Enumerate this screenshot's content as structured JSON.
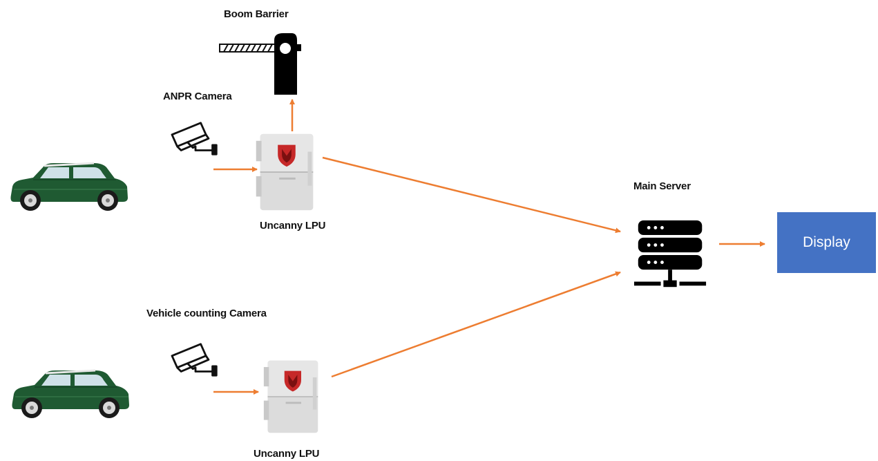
{
  "labels": {
    "boom_barrier": "Boom Barrier",
    "anpr_camera": "ANPR Camera",
    "lpu_top": "Uncanny LPU",
    "main_server": "Main Server",
    "display": "Display",
    "vehicle_counting_camera": "Vehicle counting Camera",
    "lpu_bottom": "Uncanny LPU"
  },
  "colors": {
    "arrow": "#ed7d31",
    "display_fill": "#4472c4",
    "car_body": "#1f5a32",
    "lpu_badge": "#c62828"
  },
  "icons": [
    "car-icon",
    "camera-icon",
    "lpu-device-icon",
    "boom-barrier-icon",
    "server-icon"
  ]
}
